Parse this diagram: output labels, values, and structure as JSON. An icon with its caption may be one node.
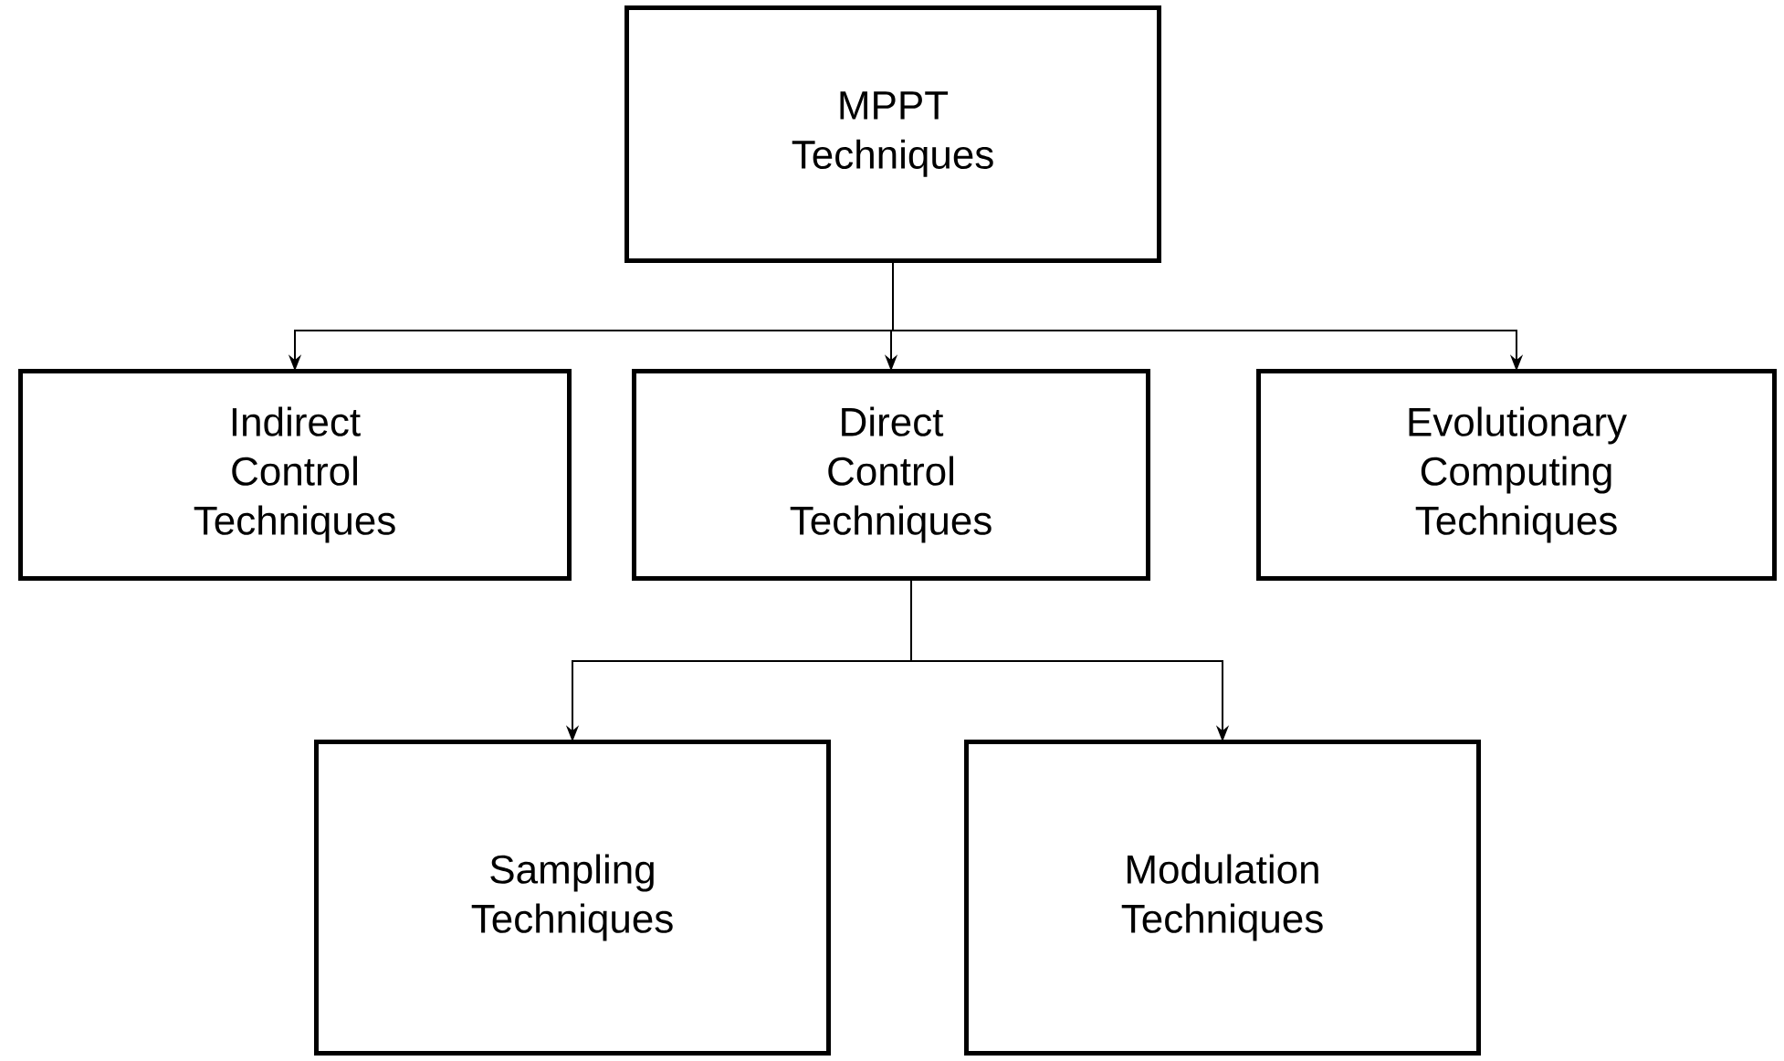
{
  "diagram": {
    "nodes": [
      {
        "text": [
          "MPPT Techniques"
        ]
      },
      {
        "text": [
          "Indirect Control Techniques"
        ]
      },
      {
        "text": [
          "Direct Control Techniques"
        ]
      },
      {
        "text": [
          "Evolutionary Computing Techniques"
        ]
      },
      {
        "text": [
          "Sampling Techniques"
        ]
      },
      {
        "text": [
          "Modulation Techniques"
        ]
      }
    ],
    "edges": [
      {
        "from": 0,
        "to": 1,
        "arrow": "to"
      },
      {
        "from": 0,
        "to": 2,
        "arrow": "to"
      },
      {
        "from": 0,
        "to": 3,
        "arrow": "to"
      },
      {
        "from": 2,
        "to": 4,
        "arrow": "to"
      },
      {
        "from": 2,
        "to": 5,
        "arrow": "to"
      }
    ]
  }
}
